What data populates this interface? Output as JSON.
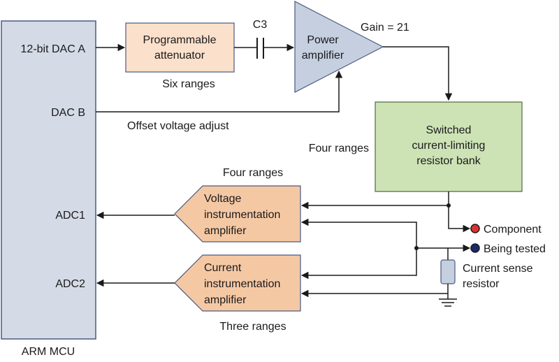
{
  "mcu": {
    "name": "ARM MCU",
    "pins": {
      "dac_a": "12-bit DAC A",
      "dac_b": "DAC B",
      "adc1": "ADC1",
      "adc2": "ADC2"
    }
  },
  "attenuator": {
    "line1": "Programmable",
    "line2": "attenuator",
    "note": "Six ranges"
  },
  "capacitor": {
    "label": "C3"
  },
  "power_amp": {
    "line1": "Power",
    "line2": "amplifier",
    "gain": "Gain = 21"
  },
  "offset": {
    "label": "Offset voltage adjust"
  },
  "resistor_bank": {
    "line1": "Switched",
    "line2": "current-limiting",
    "line3": "resistor bank",
    "note": "Four ranges"
  },
  "voltage_amp": {
    "line1": "Voltage",
    "line2": "instrumentation",
    "line3": "amplifier",
    "note": "Four ranges"
  },
  "current_amp": {
    "line1": "Current",
    "line2": "instrumentation",
    "line3": "amplifier",
    "note": "Three ranges"
  },
  "dut": {
    "line1": "Component",
    "line2": "Being tested"
  },
  "sense": {
    "line1": "Current sense",
    "line2": "resistor"
  },
  "colors": {
    "mcu_fill": "#d5dbe6",
    "mcu_stroke": "#4a5a80",
    "attenuator_fill": "#fbe0cc",
    "amp_fill": "#c5cfe0",
    "bank_fill": "#cde3b6",
    "bank_stroke": "#4a6b3c",
    "inamp_fill": "#f5c8a4",
    "terminal_red": "#e03030",
    "terminal_blue": "#1a2a6a"
  }
}
